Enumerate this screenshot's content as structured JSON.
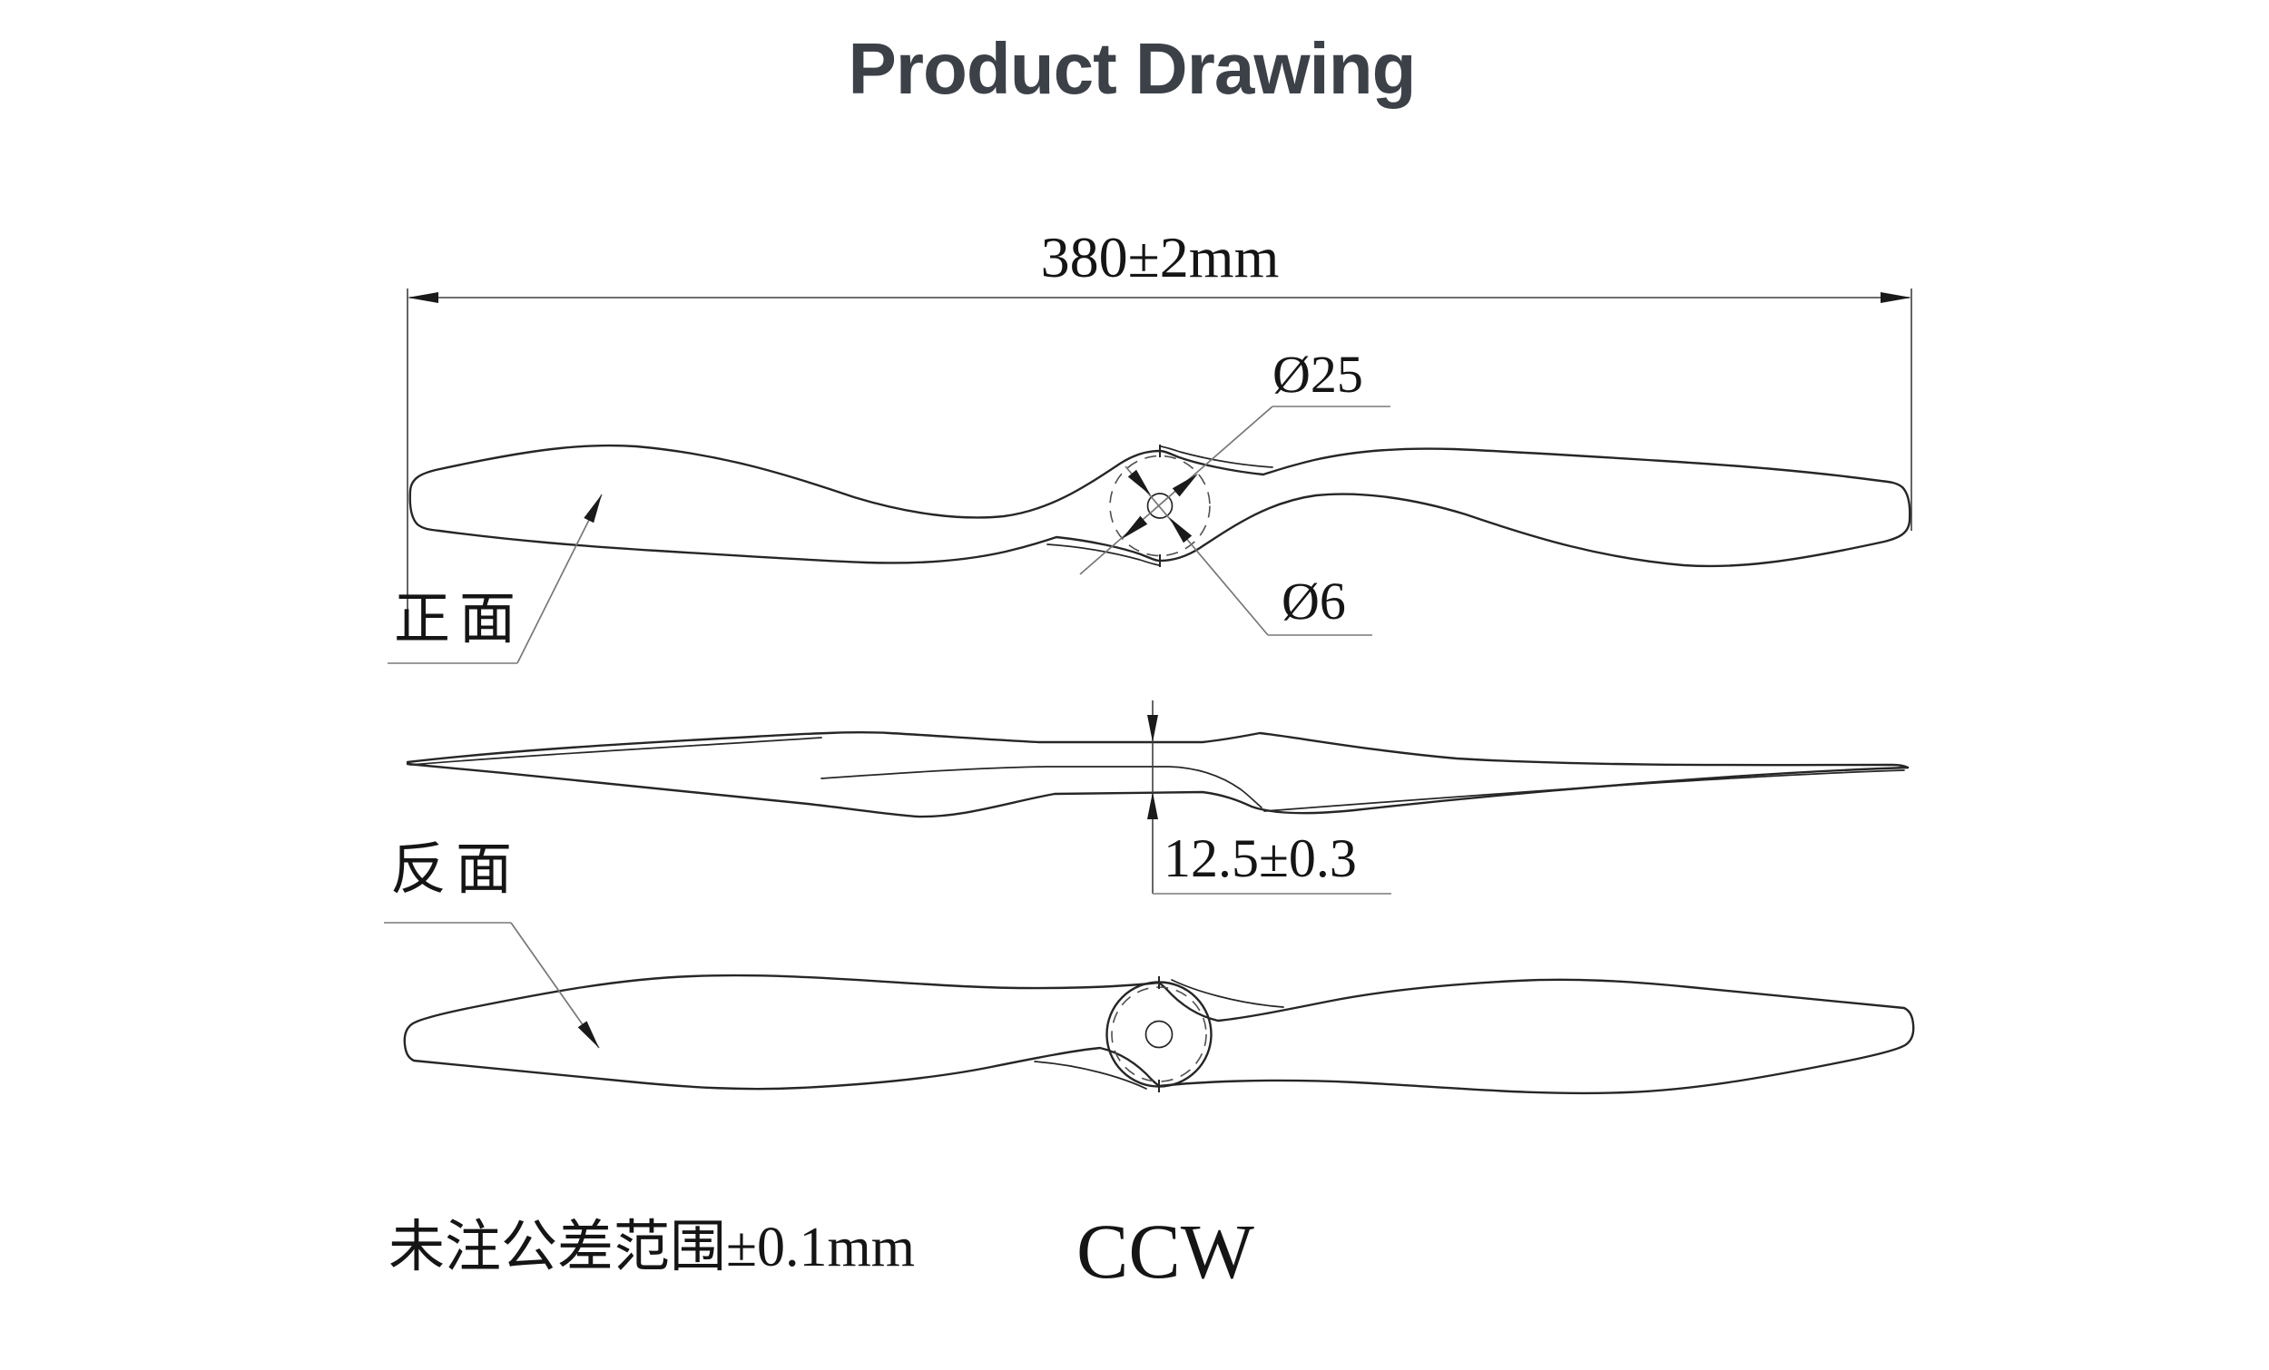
{
  "title": "Product Drawing",
  "dimensions": {
    "overall_length": "380±2mm",
    "hub_diameter": "Ø25",
    "bore_diameter": "Ø6",
    "hub_thickness": "12.5±0.3"
  },
  "views": {
    "front": {
      "label": "正面"
    },
    "side": {
      "label": ""
    },
    "back": {
      "label": "反面"
    }
  },
  "notes": {
    "tolerance": "未注公差范围±0.1mm",
    "rotation": "CCW"
  },
  "colors": {
    "outline": "#262626",
    "dimension_line": "#3f3f3f",
    "leader_line": "#777777",
    "underline": "#9a9a9a",
    "title_text": "#3c4148",
    "label_text": "#151515",
    "background": "#ffffff"
  }
}
